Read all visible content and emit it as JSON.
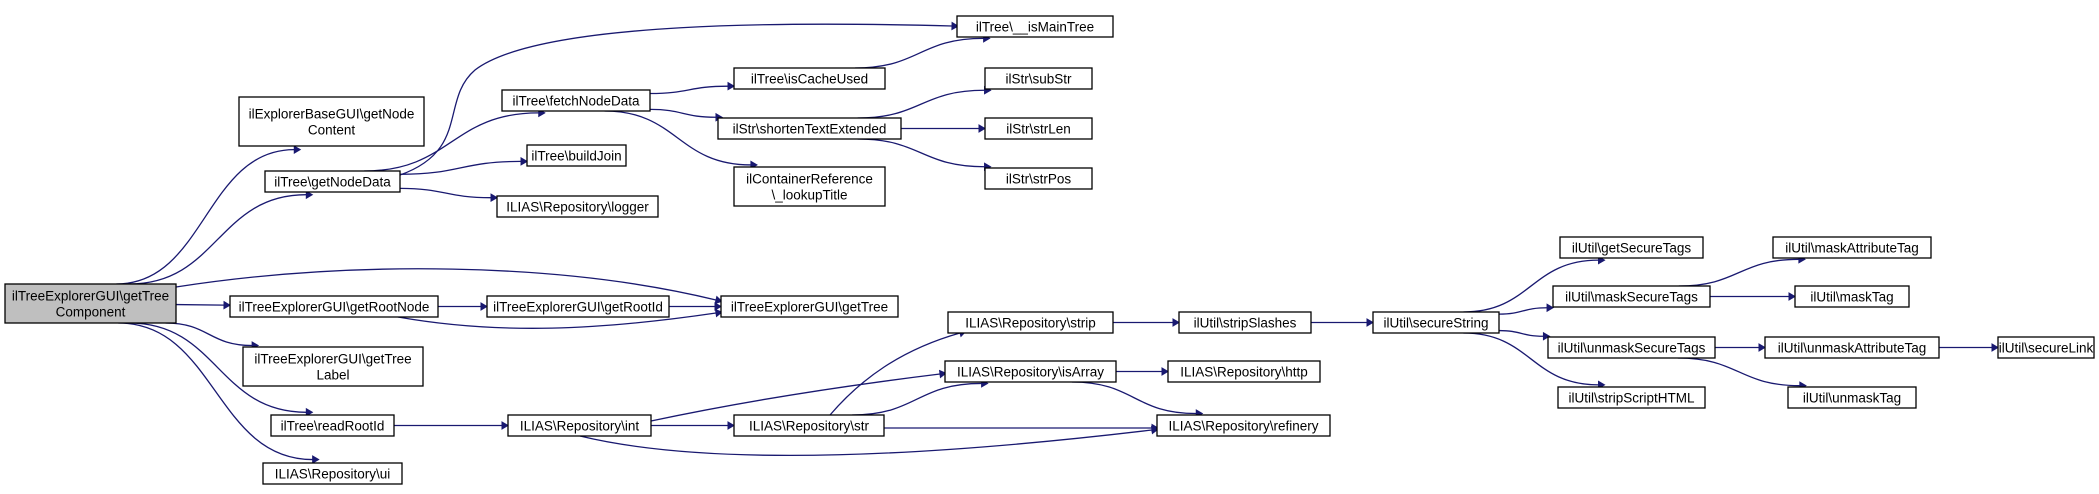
{
  "colors": {
    "node_fill": "#ffffff",
    "root_fill": "#bfbfbf",
    "border": "#000000",
    "edge": "#191970"
  },
  "nodes": [
    {
      "id": "root",
      "lines": [
        "ilTreeExplorerGUI\\getTree",
        "Component"
      ],
      "root": true
    },
    {
      "id": "explorerBase",
      "lines": [
        "ilExplorerBaseGUI\\getNode",
        "Content"
      ]
    },
    {
      "id": "getNodeData",
      "lines": [
        "ilTree\\getNodeData"
      ]
    },
    {
      "id": "getRootNode",
      "lines": [
        "ilTreeExplorerGUI\\getRootNode"
      ]
    },
    {
      "id": "getTreeLabel",
      "lines": [
        "ilTreeExplorerGUI\\getTree",
        "Label"
      ]
    },
    {
      "id": "readRootId",
      "lines": [
        "ilTree\\readRootId"
      ]
    },
    {
      "id": "ui",
      "lines": [
        "ILIAS\\Repository\\ui"
      ]
    },
    {
      "id": "fetchNodeData",
      "lines": [
        "ilTree\\fetchNodeData"
      ]
    },
    {
      "id": "buildJoin",
      "lines": [
        "ilTree\\buildJoin"
      ]
    },
    {
      "id": "logger",
      "lines": [
        "ILIAS\\Repository\\logger"
      ]
    },
    {
      "id": "isMainTree",
      "lines": [
        "ilTree\\__isMainTree"
      ]
    },
    {
      "id": "isCacheUsed",
      "lines": [
        "ilTree\\isCacheUsed"
      ]
    },
    {
      "id": "shorten",
      "lines": [
        "ilStr\\shortenTextExtended"
      ]
    },
    {
      "id": "lookupTitle",
      "lines": [
        "ilContainerReference",
        "\\_lookupTitle"
      ]
    },
    {
      "id": "subStr",
      "lines": [
        "ilStr\\subStr"
      ]
    },
    {
      "id": "strLen",
      "lines": [
        "ilStr\\strLen"
      ]
    },
    {
      "id": "strPos",
      "lines": [
        "ilStr\\strPos"
      ]
    },
    {
      "id": "getRootId",
      "lines": [
        "ilTreeExplorerGUI\\getRootId"
      ]
    },
    {
      "id": "getTree",
      "lines": [
        "ilTreeExplorerGUI\\getTree"
      ]
    },
    {
      "id": "int",
      "lines": [
        "ILIAS\\Repository\\int"
      ]
    },
    {
      "id": "strip",
      "lines": [
        "ILIAS\\Repository\\strip"
      ]
    },
    {
      "id": "isArray",
      "lines": [
        "ILIAS\\Repository\\isArray"
      ]
    },
    {
      "id": "str",
      "lines": [
        "ILIAS\\Repository\\str"
      ]
    },
    {
      "id": "http",
      "lines": [
        "ILIAS\\Repository\\http"
      ]
    },
    {
      "id": "refinery",
      "lines": [
        "ILIAS\\Repository\\refinery"
      ]
    },
    {
      "id": "stripSlashes",
      "lines": [
        "ilUtil\\stripSlashes"
      ]
    },
    {
      "id": "secureString",
      "lines": [
        "ilUtil\\secureString"
      ]
    },
    {
      "id": "getSecureTags",
      "lines": [
        "ilUtil\\getSecureTags"
      ]
    },
    {
      "id": "maskSecureTags",
      "lines": [
        "ilUtil\\maskSecureTags"
      ]
    },
    {
      "id": "unmaskSecureTags",
      "lines": [
        "ilUtil\\unmaskSecureTags"
      ]
    },
    {
      "id": "stripScriptHTML",
      "lines": [
        "ilUtil\\stripScriptHTML"
      ]
    },
    {
      "id": "maskAttributeTag",
      "lines": [
        "ilUtil\\maskAttributeTag"
      ]
    },
    {
      "id": "maskTag",
      "lines": [
        "ilUtil\\maskTag"
      ]
    },
    {
      "id": "unmaskAttributeTag",
      "lines": [
        "ilUtil\\unmaskAttributeTag"
      ]
    },
    {
      "id": "unmaskTag",
      "lines": [
        "ilUtil\\unmaskTag"
      ]
    },
    {
      "id": "secureLink",
      "lines": [
        "ilUtil\\secureLink"
      ]
    }
  ],
  "edges": [
    [
      "root",
      "explorerBase"
    ],
    [
      "root",
      "getNodeData"
    ],
    [
      "root",
      "getTree"
    ],
    [
      "root",
      "getRootNode"
    ],
    [
      "root",
      "getTreeLabel"
    ],
    [
      "root",
      "readRootId"
    ],
    [
      "root",
      "ui"
    ],
    [
      "getNodeData",
      "isMainTree"
    ],
    [
      "getNodeData",
      "fetchNodeData"
    ],
    [
      "getNodeData",
      "buildJoin"
    ],
    [
      "getNodeData",
      "logger"
    ],
    [
      "fetchNodeData",
      "isCacheUsed"
    ],
    [
      "fetchNodeData",
      "shorten"
    ],
    [
      "fetchNodeData",
      "lookupTitle"
    ],
    [
      "isCacheUsed",
      "isMainTree"
    ],
    [
      "shorten",
      "subStr"
    ],
    [
      "shorten",
      "strLen"
    ],
    [
      "shorten",
      "strPos"
    ],
    [
      "getRootNode",
      "getRootId"
    ],
    [
      "getRootNode",
      "getTree"
    ],
    [
      "getRootId",
      "getTree"
    ],
    [
      "readRootId",
      "int"
    ],
    [
      "int",
      "isArray"
    ],
    [
      "int",
      "str"
    ],
    [
      "int",
      "refinery"
    ],
    [
      "str",
      "strip"
    ],
    [
      "str",
      "isArray"
    ],
    [
      "str",
      "refinery"
    ],
    [
      "strip",
      "stripSlashes"
    ],
    [
      "isArray",
      "http"
    ],
    [
      "isArray",
      "refinery"
    ],
    [
      "stripSlashes",
      "secureString"
    ],
    [
      "secureString",
      "getSecureTags"
    ],
    [
      "secureString",
      "maskSecureTags"
    ],
    [
      "secureString",
      "unmaskSecureTags"
    ],
    [
      "secureString",
      "stripScriptHTML"
    ],
    [
      "maskSecureTags",
      "maskAttributeTag"
    ],
    [
      "maskSecureTags",
      "maskTag"
    ],
    [
      "unmaskSecureTags",
      "unmaskAttributeTag"
    ],
    [
      "unmaskSecureTags",
      "unmaskTag"
    ],
    [
      "unmaskAttributeTag",
      "secureLink"
    ]
  ]
}
